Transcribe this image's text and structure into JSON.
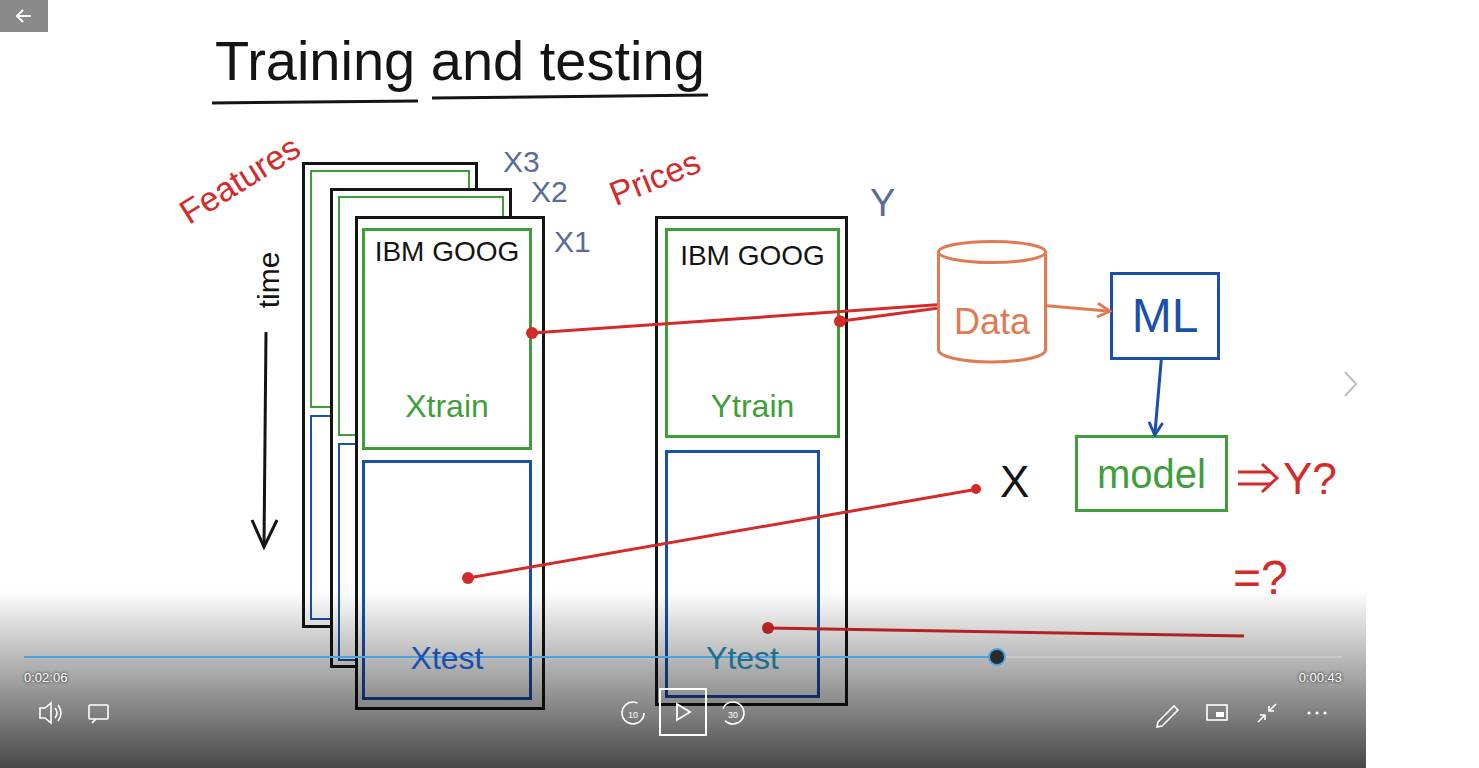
{
  "diagram": {
    "title": "Training and testing",
    "nodes": [
      {
        "text": [
          "X3"
        ]
      },
      {
        "text": [
          "X2"
        ]
      },
      {
        "text": [
          "X1",
          "IBM GOOG"
        ]
      },
      {
        "text": [
          "Xtrain"
        ],
        "in": 2
      },
      {
        "text": [
          "Xtest"
        ],
        "in": 2
      },
      {
        "text": [
          "Y",
          "IBM GOOG"
        ]
      },
      {
        "text": [
          "Ytrain"
        ],
        "in": 5
      },
      {
        "text": [
          "Ytest"
        ],
        "in": 5
      },
      {
        "text": [
          "Data"
        ]
      },
      {
        "text": [
          "ML"
        ]
      },
      {
        "text": [
          "model"
        ]
      }
    ],
    "edges": [
      {
        "from": 3,
        "to": 8,
        "arrow": "none"
      },
      {
        "from": 6,
        "to": 8,
        "arrow": "none"
      },
      {
        "from": 8,
        "to": 9,
        "arrow": "to"
      },
      {
        "from": 9,
        "to": 10,
        "arrow": "to"
      }
    ],
    "labels": [
      "Features",
      "time",
      "Prices",
      "X",
      "Y?",
      "=?",
      "0:02:06",
      "0:00:43",
      "10",
      "30"
    ]
  }
}
